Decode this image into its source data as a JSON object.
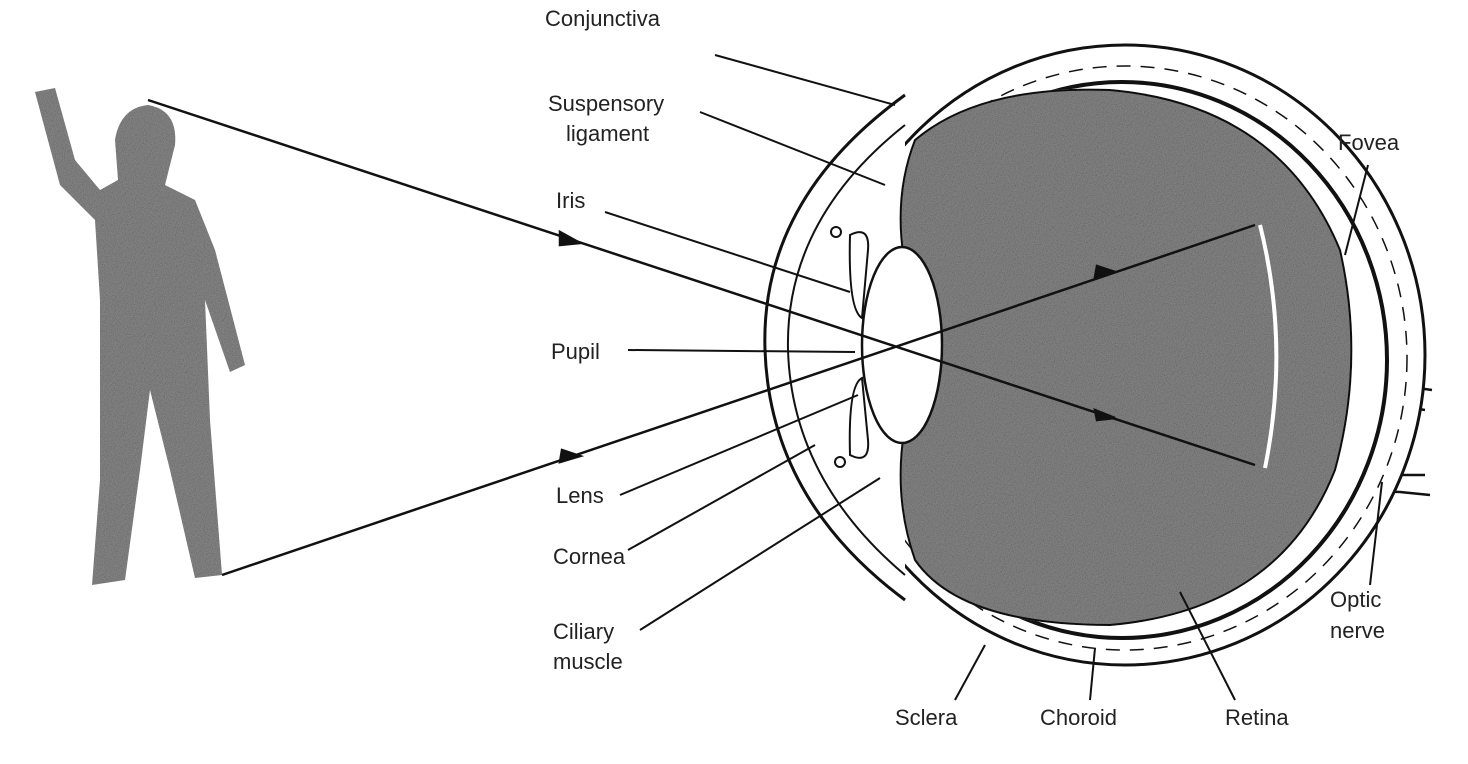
{
  "labels": {
    "conjunctiva": "Conjunctiva",
    "suspensory_1": "Suspensory",
    "suspensory_2": "ligament",
    "iris": "Iris",
    "pupil": "Pupil",
    "lens": "Lens",
    "cornea": "Cornea",
    "ciliary_1": "Ciliary",
    "ciliary_2": "muscle",
    "sclera": "Sclera",
    "choroid": "Choroid",
    "retina": "Retina",
    "optic_1": "Optic",
    "optic_2": "nerve",
    "fovea": "Fovea"
  },
  "colors": {
    "fill": "#8a8a8a",
    "line": "#111111"
  }
}
